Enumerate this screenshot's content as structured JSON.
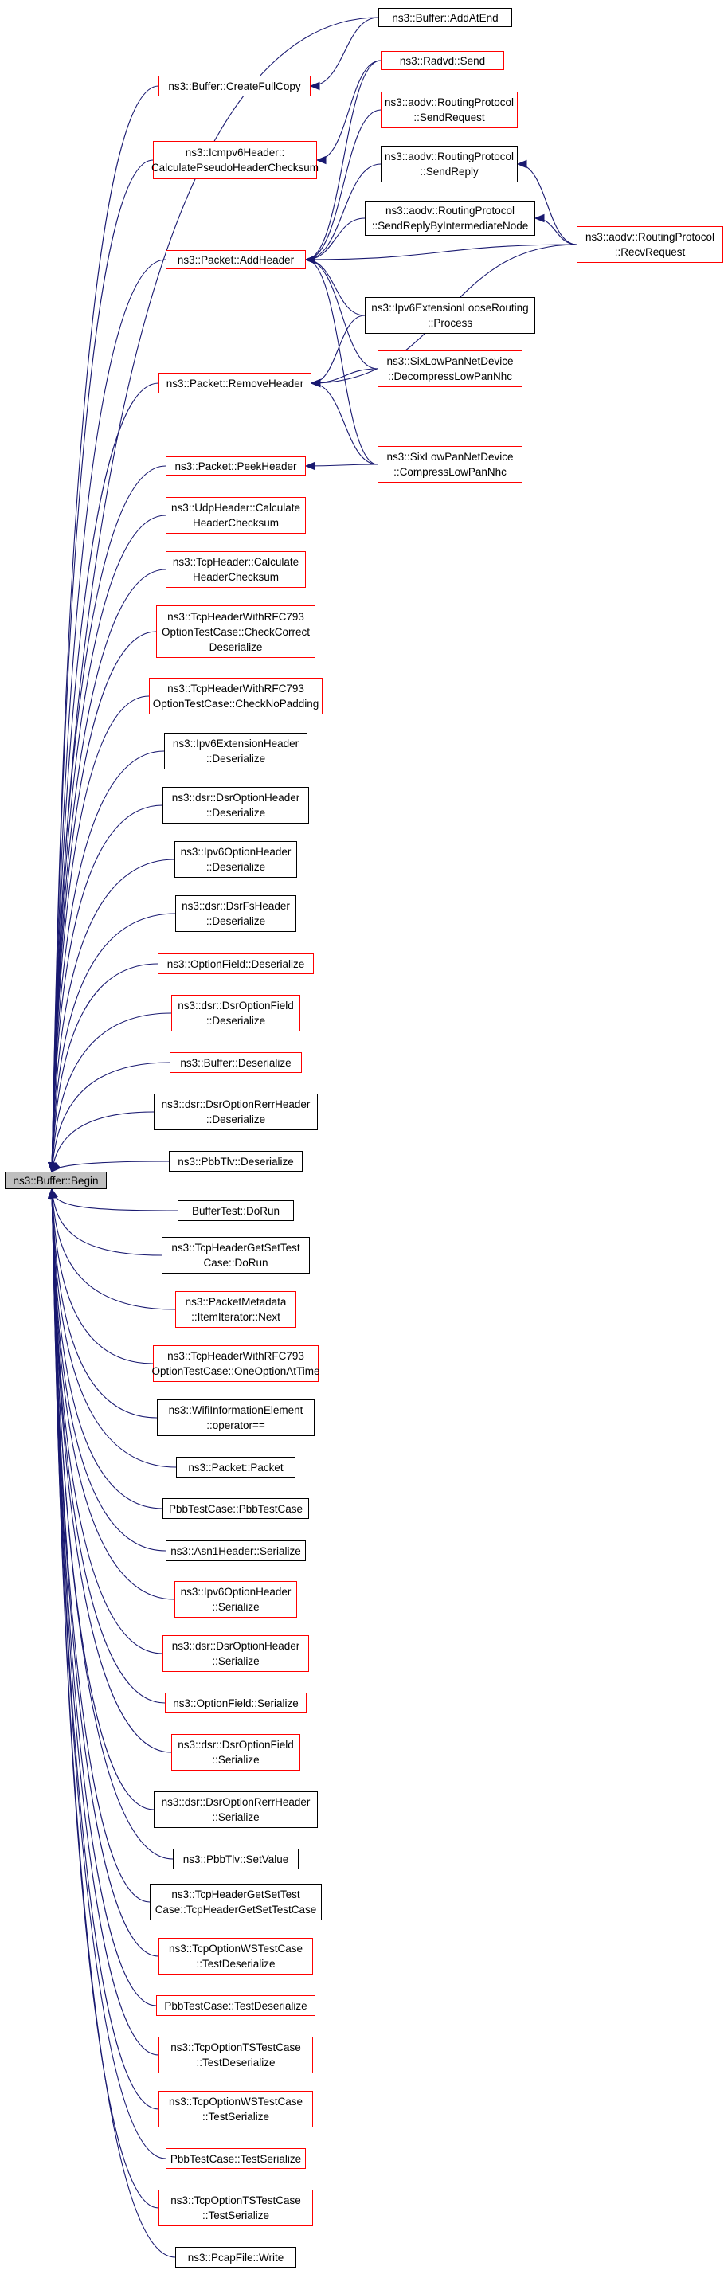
{
  "graph": {
    "root": "ns3::Buffer::Begin",
    "colors": {
      "edge": "#191970",
      "border_default": "#000000",
      "border_truncated": "#ff0000",
      "root_fill": "#bfbfbf"
    },
    "nodes": [
      {
        "id": "root",
        "label": "ns3::Buffer::Begin",
        "color": "black",
        "root": true
      },
      {
        "id": "addAtEnd",
        "label": "ns3::Buffer::AddAtEnd",
        "color": "black"
      },
      {
        "id": "createFullCopy",
        "label": "ns3::Buffer::CreateFullCopy",
        "color": "red"
      },
      {
        "id": "radvdSend",
        "label": "ns3::Radvd::Send",
        "color": "red"
      },
      {
        "id": "icmpv6Calc",
        "label": "ns3::Icmpv6Header::\nCalculatePseudoHeaderChecksum",
        "color": "red"
      },
      {
        "id": "aodvSendRequest",
        "label": "ns3::aodv::RoutingProtocol\n::SendRequest",
        "color": "red"
      },
      {
        "id": "aodvSendReply",
        "label": "ns3::aodv::RoutingProtocol\n::SendReply",
        "color": "black"
      },
      {
        "id": "aodvSendReplyInter",
        "label": "ns3::aodv::RoutingProtocol\n::SendReplyByIntermediateNode",
        "color": "black"
      },
      {
        "id": "aodvRecvRequest",
        "label": "ns3::aodv::RoutingProtocol\n::RecvRequest",
        "color": "red"
      },
      {
        "id": "packetAddHeader",
        "label": "ns3::Packet::AddHeader",
        "color": "red"
      },
      {
        "id": "ipv6LooseProcess",
        "label": "ns3::Ipv6ExtensionLooseRouting\n::Process",
        "color": "black"
      },
      {
        "id": "sixDecompress",
        "label": "ns3::SixLowPanNetDevice\n::DecompressLowPanNhc",
        "color": "red"
      },
      {
        "id": "packetRemoveHeader",
        "label": "ns3::Packet::RemoveHeader",
        "color": "red"
      },
      {
        "id": "packetPeekHeader",
        "label": "ns3::Packet::PeekHeader",
        "color": "red"
      },
      {
        "id": "sixCompress",
        "label": "ns3::SixLowPanNetDevice\n::CompressLowPanNhc",
        "color": "red"
      },
      {
        "id": "udpCalc",
        "label": "ns3::UdpHeader::Calculate\nHeaderChecksum",
        "color": "red"
      },
      {
        "id": "tcpCalc",
        "label": "ns3::TcpHeader::Calculate\nHeaderChecksum",
        "color": "red"
      },
      {
        "id": "rfcCheckCorrect",
        "label": "ns3::TcpHeaderWithRFC793\nOptionTestCase::CheckCorrect\nDeserialize",
        "color": "red"
      },
      {
        "id": "rfcCheckNoPadding",
        "label": "ns3::TcpHeaderWithRFC793\nOptionTestCase::CheckNoPadding",
        "color": "red"
      },
      {
        "id": "ipv6ExtDeser",
        "label": "ns3::Ipv6ExtensionHeader\n::Deserialize",
        "color": "black"
      },
      {
        "id": "dsrOptHeaderDeser",
        "label": "ns3::dsr::DsrOptionHeader\n::Deserialize",
        "color": "black"
      },
      {
        "id": "ipv6OptHeaderDeser",
        "label": "ns3::Ipv6OptionHeader\n::Deserialize",
        "color": "black"
      },
      {
        "id": "dsrFsHeaderDeser",
        "label": "ns3::dsr::DsrFsHeader\n::Deserialize",
        "color": "black"
      },
      {
        "id": "optFieldDeser",
        "label": "ns3::OptionField::Deserialize",
        "color": "red"
      },
      {
        "id": "dsrOptFieldDeser",
        "label": "ns3::dsr::DsrOptionField\n::Deserialize",
        "color": "red"
      },
      {
        "id": "bufferDeser",
        "label": "ns3::Buffer::Deserialize",
        "color": "red"
      },
      {
        "id": "dsrRerrDeser",
        "label": "ns3::dsr::DsrOptionRerrHeader\n::Deserialize",
        "color": "black"
      },
      {
        "id": "pbbTlvDeser",
        "label": "ns3::PbbTlv::Deserialize",
        "color": "black"
      },
      {
        "id": "bufferTestDoRun",
        "label": "BufferTest::DoRun",
        "color": "black"
      },
      {
        "id": "tcpGetSetDoRun",
        "label": "ns3::TcpHeaderGetSetTest\nCase::DoRun",
        "color": "black"
      },
      {
        "id": "pktMetaNext",
        "label": "ns3::PacketMetadata\n::ItemIterator::Next",
        "color": "red"
      },
      {
        "id": "rfcOneOption",
        "label": "ns3::TcpHeaderWithRFC793\nOptionTestCase::OneOptionAtTime",
        "color": "red"
      },
      {
        "id": "wifiInfoEq",
        "label": "ns3::WifiInformationElement\n::operator==",
        "color": "black"
      },
      {
        "id": "packetPacket",
        "label": "ns3::Packet::Packet",
        "color": "black"
      },
      {
        "id": "pbbTestCase",
        "label": "PbbTestCase::PbbTestCase",
        "color": "black"
      },
      {
        "id": "asn1Ser",
        "label": "ns3::Asn1Header::Serialize",
        "color": "black"
      },
      {
        "id": "ipv6OptHeaderSer",
        "label": "ns3::Ipv6OptionHeader\n::Serialize",
        "color": "red"
      },
      {
        "id": "dsrOptHeaderSer",
        "label": "ns3::dsr::DsrOptionHeader\n::Serialize",
        "color": "red"
      },
      {
        "id": "optFieldSer",
        "label": "ns3::OptionField::Serialize",
        "color": "red"
      },
      {
        "id": "dsrOptFieldSer",
        "label": "ns3::dsr::DsrOptionField\n::Serialize",
        "color": "red"
      },
      {
        "id": "dsrRerrSer",
        "label": "ns3::dsr::DsrOptionRerrHeader\n::Serialize",
        "color": "black"
      },
      {
        "id": "pbbTlvSetValue",
        "label": "ns3::PbbTlv::SetValue",
        "color": "black"
      },
      {
        "id": "tcpGetSetCtor",
        "label": "ns3::TcpHeaderGetSetTest\nCase::TcpHeaderGetSetTestCase",
        "color": "black"
      },
      {
        "id": "tcpOptWSTestDeser",
        "label": "ns3::TcpOptionWSTestCase\n::TestDeserialize",
        "color": "red"
      },
      {
        "id": "pbbTestDeser",
        "label": "PbbTestCase::TestDeserialize",
        "color": "red"
      },
      {
        "id": "tcpOptTSTestDeser",
        "label": "ns3::TcpOptionTSTestCase\n::TestDeserialize",
        "color": "red"
      },
      {
        "id": "tcpOptWSTestSer",
        "label": "ns3::TcpOptionWSTestCase\n::TestSerialize",
        "color": "red"
      },
      {
        "id": "pbbTestSer",
        "label": "PbbTestCase::TestSerialize",
        "color": "red"
      },
      {
        "id": "tcpOptTSTestSer",
        "label": "ns3::TcpOptionTSTestCase\n::TestSerialize",
        "color": "red"
      },
      {
        "id": "pcapWrite",
        "label": "ns3::PcapFile::Write",
        "color": "black"
      }
    ],
    "edges": [
      [
        "root",
        "addAtEnd"
      ],
      [
        "root",
        "createFullCopy"
      ],
      [
        "createFullCopy",
        "addAtEnd"
      ],
      [
        "root",
        "icmpv6Calc"
      ],
      [
        "icmpv6Calc",
        "radvdSend"
      ],
      [
        "root",
        "packetAddHeader"
      ],
      [
        "packetAddHeader",
        "radvdSend"
      ],
      [
        "packetAddHeader",
        "aodvSendRequest"
      ],
      [
        "packetAddHeader",
        "aodvSendReply"
      ],
      [
        "packetAddHeader",
        "aodvSendReplyInter"
      ],
      [
        "packetAddHeader",
        "aodvRecvRequest"
      ],
      [
        "packetAddHeader",
        "ipv6LooseProcess"
      ],
      [
        "packetAddHeader",
        "sixDecompress"
      ],
      [
        "packetAddHeader",
        "sixCompress"
      ],
      [
        "aodvSendReply",
        "aodvRecvRequest"
      ],
      [
        "aodvSendReplyInter",
        "aodvRecvRequest"
      ],
      [
        "root",
        "packetRemoveHeader"
      ],
      [
        "packetRemoveHeader",
        "ipv6LooseProcess"
      ],
      [
        "packetRemoveHeader",
        "sixDecompress"
      ],
      [
        "packetRemoveHeader",
        "sixCompress"
      ],
      [
        "packetRemoveHeader",
        "aodvRecvRequest"
      ],
      [
        "root",
        "packetPeekHeader"
      ],
      [
        "packetPeekHeader",
        "sixCompress"
      ],
      [
        "root",
        "udpCalc"
      ],
      [
        "root",
        "tcpCalc"
      ],
      [
        "root",
        "rfcCheckCorrect"
      ],
      [
        "root",
        "rfcCheckNoPadding"
      ],
      [
        "root",
        "ipv6ExtDeser"
      ],
      [
        "root",
        "dsrOptHeaderDeser"
      ],
      [
        "root",
        "ipv6OptHeaderDeser"
      ],
      [
        "root",
        "dsrFsHeaderDeser"
      ],
      [
        "root",
        "optFieldDeser"
      ],
      [
        "root",
        "dsrOptFieldDeser"
      ],
      [
        "root",
        "bufferDeser"
      ],
      [
        "root",
        "dsrRerrDeser"
      ],
      [
        "root",
        "pbbTlvDeser"
      ],
      [
        "root",
        "bufferTestDoRun"
      ],
      [
        "root",
        "tcpGetSetDoRun"
      ],
      [
        "root",
        "pktMetaNext"
      ],
      [
        "root",
        "rfcOneOption"
      ],
      [
        "root",
        "wifiInfoEq"
      ],
      [
        "root",
        "packetPacket"
      ],
      [
        "root",
        "pbbTestCase"
      ],
      [
        "root",
        "asn1Ser"
      ],
      [
        "root",
        "ipv6OptHeaderSer"
      ],
      [
        "root",
        "dsrOptHeaderSer"
      ],
      [
        "root",
        "optFieldSer"
      ],
      [
        "root",
        "dsrOptFieldSer"
      ],
      [
        "root",
        "dsrRerrSer"
      ],
      [
        "root",
        "pbbTlvSetValue"
      ],
      [
        "root",
        "tcpGetSetCtor"
      ],
      [
        "root",
        "tcpOptWSTestDeser"
      ],
      [
        "root",
        "pbbTestDeser"
      ],
      [
        "root",
        "tcpOptTSTestDeser"
      ],
      [
        "root",
        "tcpOptWSTestSer"
      ],
      [
        "root",
        "pbbTestSer"
      ],
      [
        "root",
        "tcpOptTSTestSer"
      ],
      [
        "root",
        "pcapWrite"
      ]
    ]
  }
}
